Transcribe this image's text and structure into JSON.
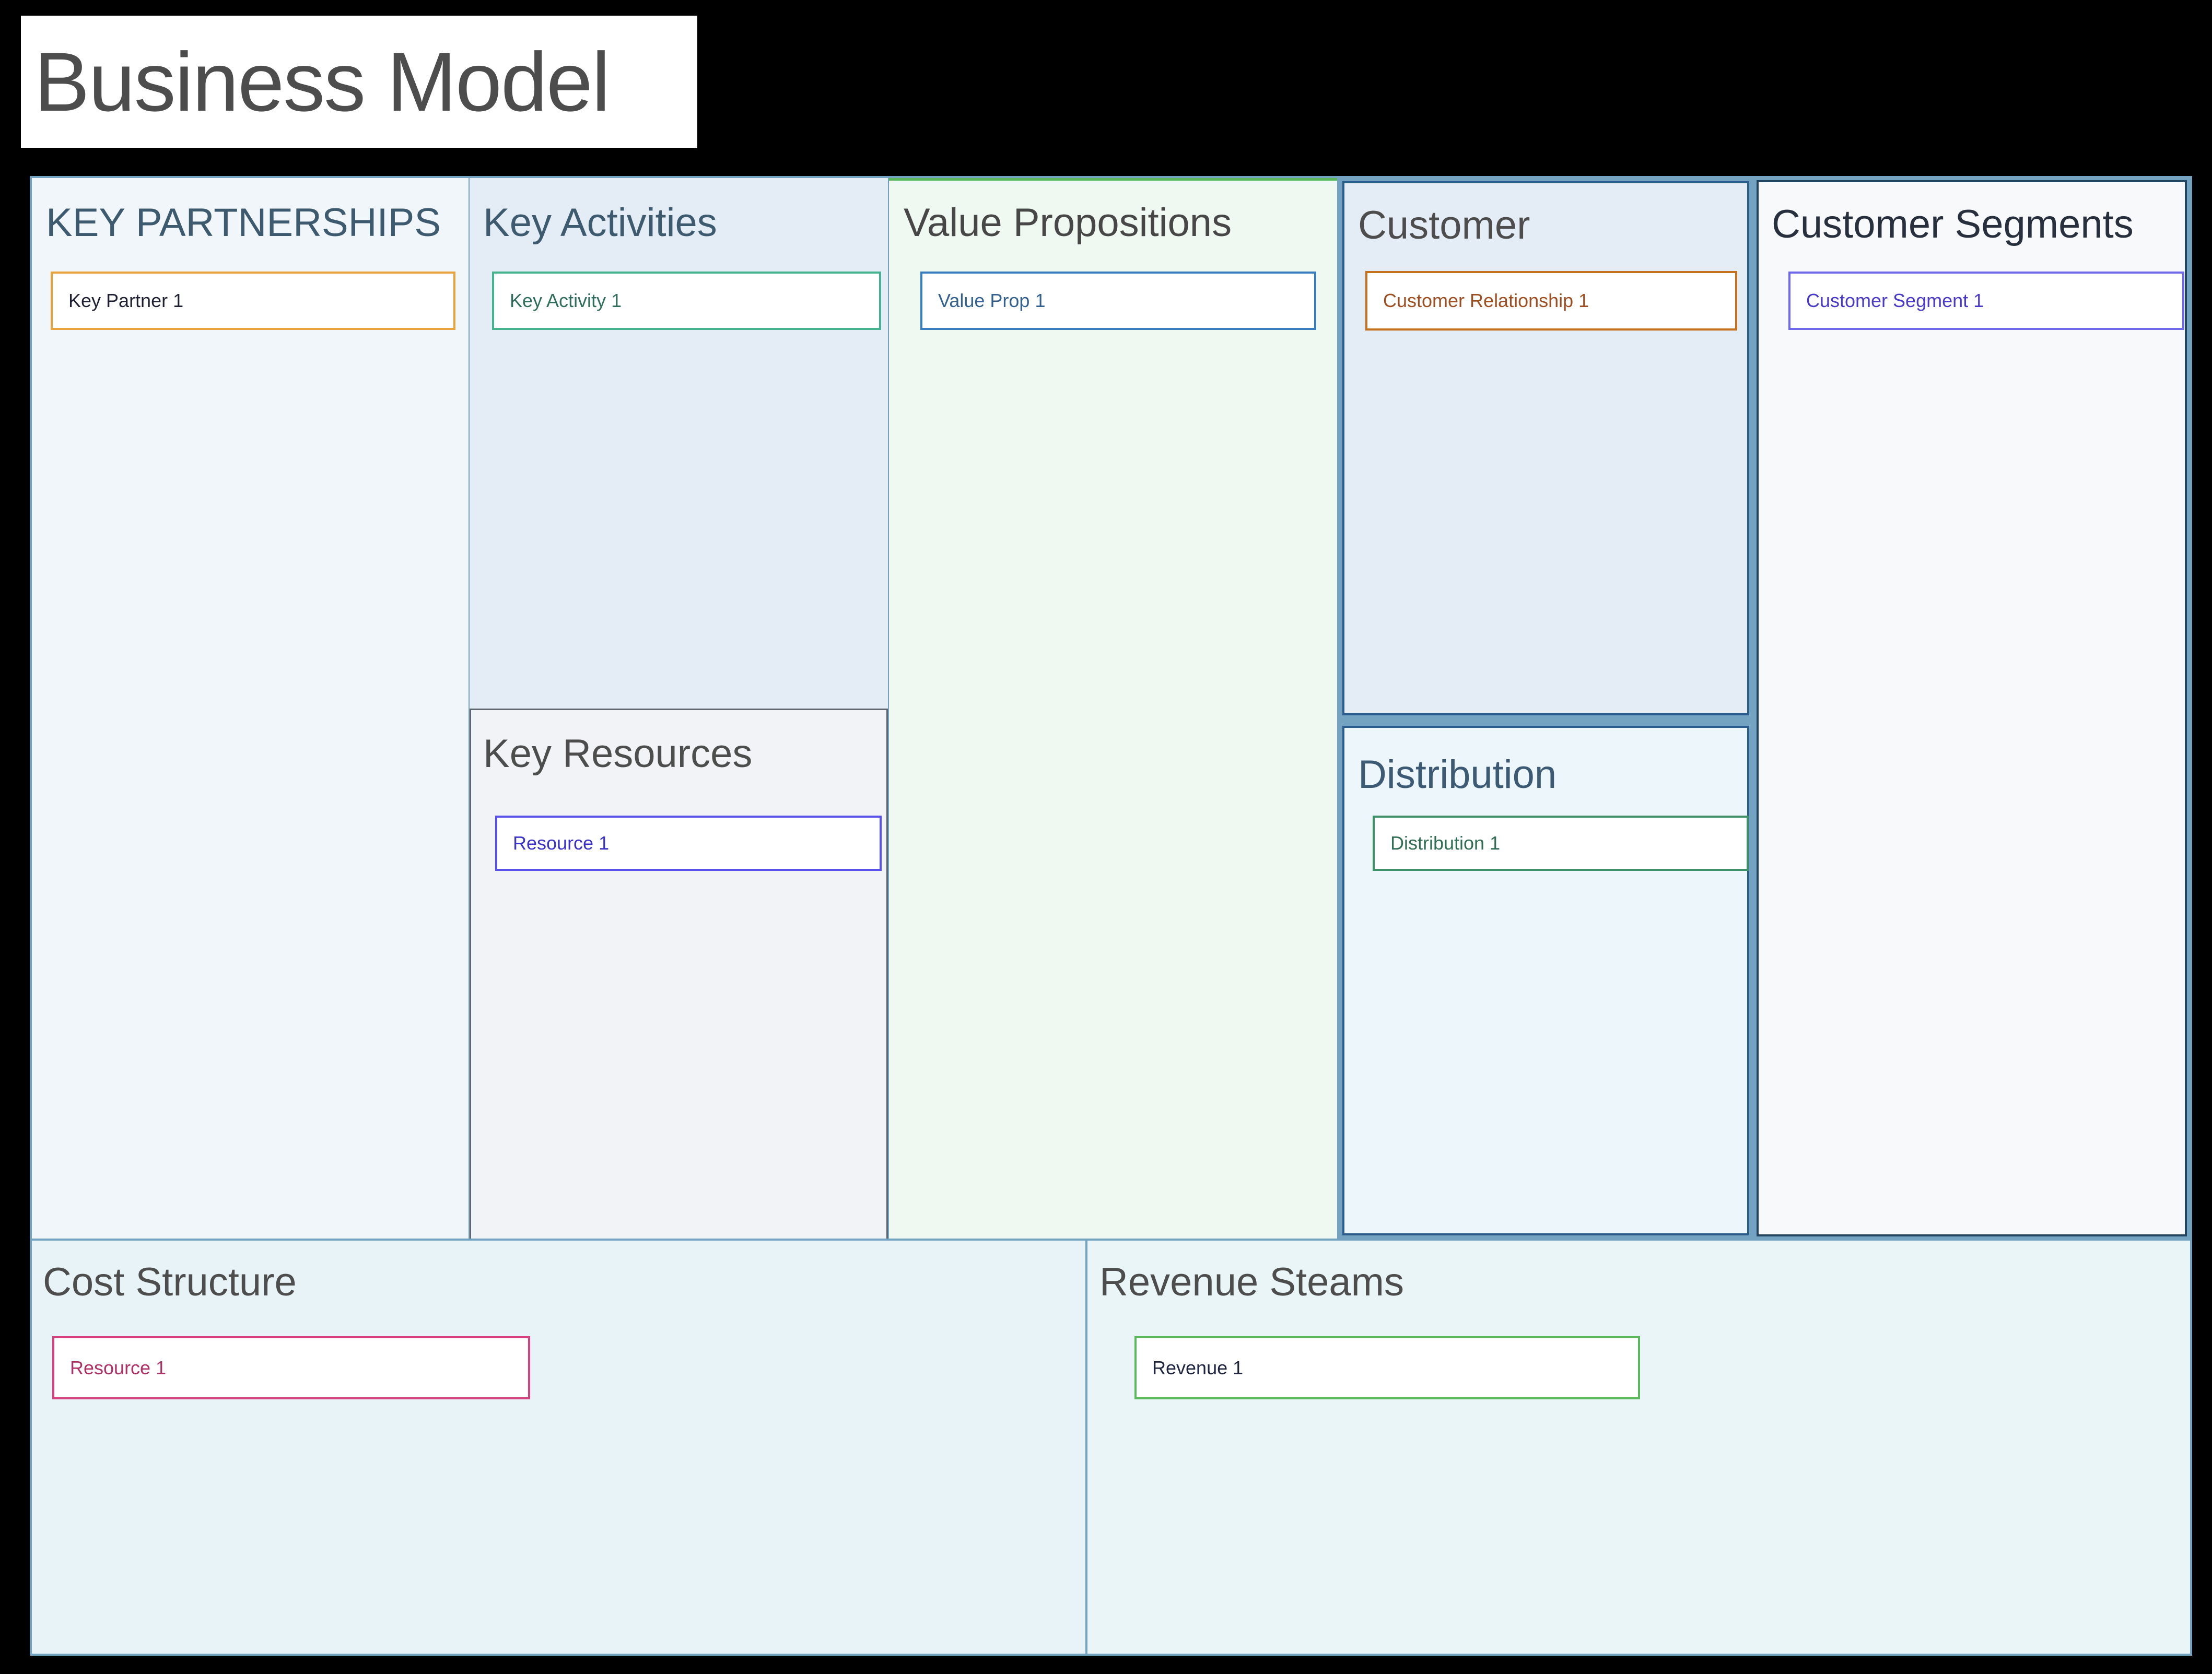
{
  "title": "Business Model",
  "sections": {
    "key_partnerships": {
      "header": "KEY PARTNERSHIPS",
      "cards": [
        {
          "label": "Key Partner 1"
        }
      ]
    },
    "key_activities": {
      "header": "Key Activities",
      "cards": [
        {
          "label": "Key Activity 1"
        }
      ]
    },
    "key_resources": {
      "header": "Key Resources",
      "cards": [
        {
          "label": "Resource 1"
        }
      ]
    },
    "value_propositions": {
      "header": "Value Propositions",
      "cards": [
        {
          "label": "Value Prop 1"
        }
      ]
    },
    "customer": {
      "header": "Customer",
      "cards": [
        {
          "label": "Customer Relationship 1"
        }
      ]
    },
    "distribution": {
      "header": "Distribution",
      "cards": [
        {
          "label": "Distribution 1"
        }
      ]
    },
    "customer_segments": {
      "header": "Customer Segments",
      "cards": [
        {
          "label": "Customer Segment 1"
        }
      ]
    },
    "cost_structure": {
      "header": "Cost Structure",
      "cards": [
        {
          "label": "Resource 1"
        }
      ]
    },
    "revenue_steams": {
      "header": "Revenue Steams",
      "cards": [
        {
          "label": "Revenue 1"
        }
      ]
    }
  },
  "colors": {
    "canvas_frame": "#74a3c1",
    "section_border": "#2a5d8c",
    "segments_border": "#23445f",
    "resources_border": "#5f666e",
    "value_top": "#5cb85c",
    "partner_border": "#e8a33d",
    "partner_text": "#1f1f33",
    "activity_border": "#45b38e",
    "activity_text": "#2f6e5b",
    "value_prop_border": "#3a7dbf",
    "value_prop_text": "#33618f",
    "relationship_border": "#c4701f",
    "relationship_text": "#9e4e20",
    "segment_border": "#6f68e8",
    "segment_text": "#4839c8",
    "resource_border": "#5a52e8",
    "resource_text": "#3a31c8",
    "distribution_border": "#3f8f68",
    "distribution_text": "#2f6e54",
    "cost_border": "#d6417f",
    "cost_text": "#b03066",
    "revenue_border": "#5cb85c",
    "revenue_text": "#1f2440"
  }
}
